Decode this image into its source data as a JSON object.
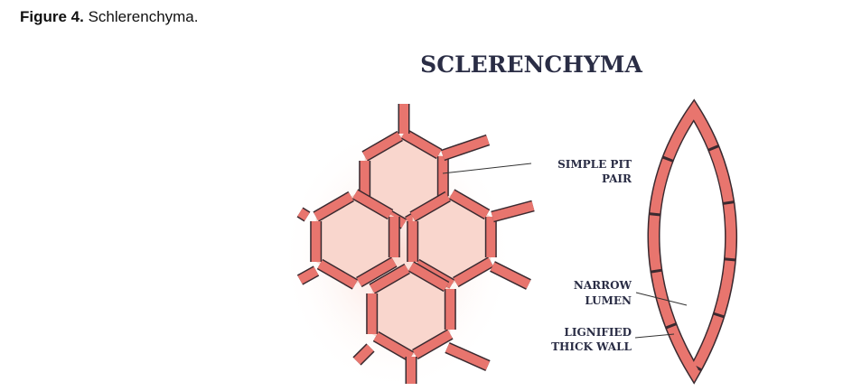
{
  "caption": {
    "label": "Figure 4.",
    "text": "Schlerenchyma."
  },
  "figure": {
    "title": "SCLERENCHYMA",
    "labels": {
      "simple_pit_1": "SIMPLE PIT",
      "simple_pit_2": "PAIR",
      "narrow_lumen_1": "NARROW",
      "narrow_lumen_2": "LUMEN",
      "lignified_1": "LIGNIFIED",
      "lignified_2": "THICK WALL"
    },
    "colors": {
      "wall": "#e8756e",
      "cell": "#f9d6cd",
      "outline": "#3a2a30",
      "text": "#2a2d45"
    }
  }
}
